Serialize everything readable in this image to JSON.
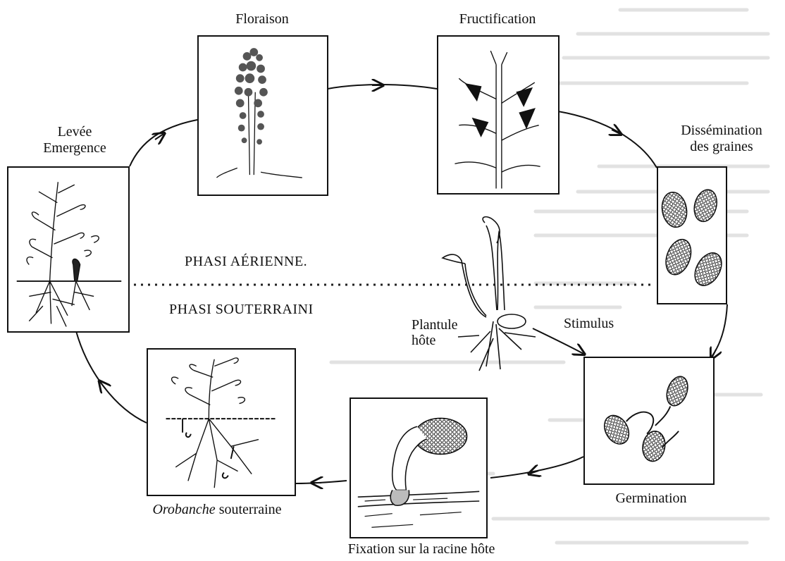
{
  "stages": {
    "floraison": "Floraison",
    "fructification": "Fructification",
    "levee_line1": "Levée",
    "levee_line2": "Emergence",
    "dissemination_line1": "Dissémination",
    "dissemination_line2": "des graines",
    "germination": "Germination",
    "fixation": "Fixation sur la racine hôte",
    "orobanche_italic": "Orobanche",
    "orobanche_rest": " souterraine"
  },
  "phases": {
    "aerial": "PHASI  AÉRIENNE.",
    "underground": "PHASI  SOUTERRAINI"
  },
  "center": {
    "host_line1": "Plantule",
    "host_line2": "hôte",
    "stimulus": "Stimulus"
  }
}
